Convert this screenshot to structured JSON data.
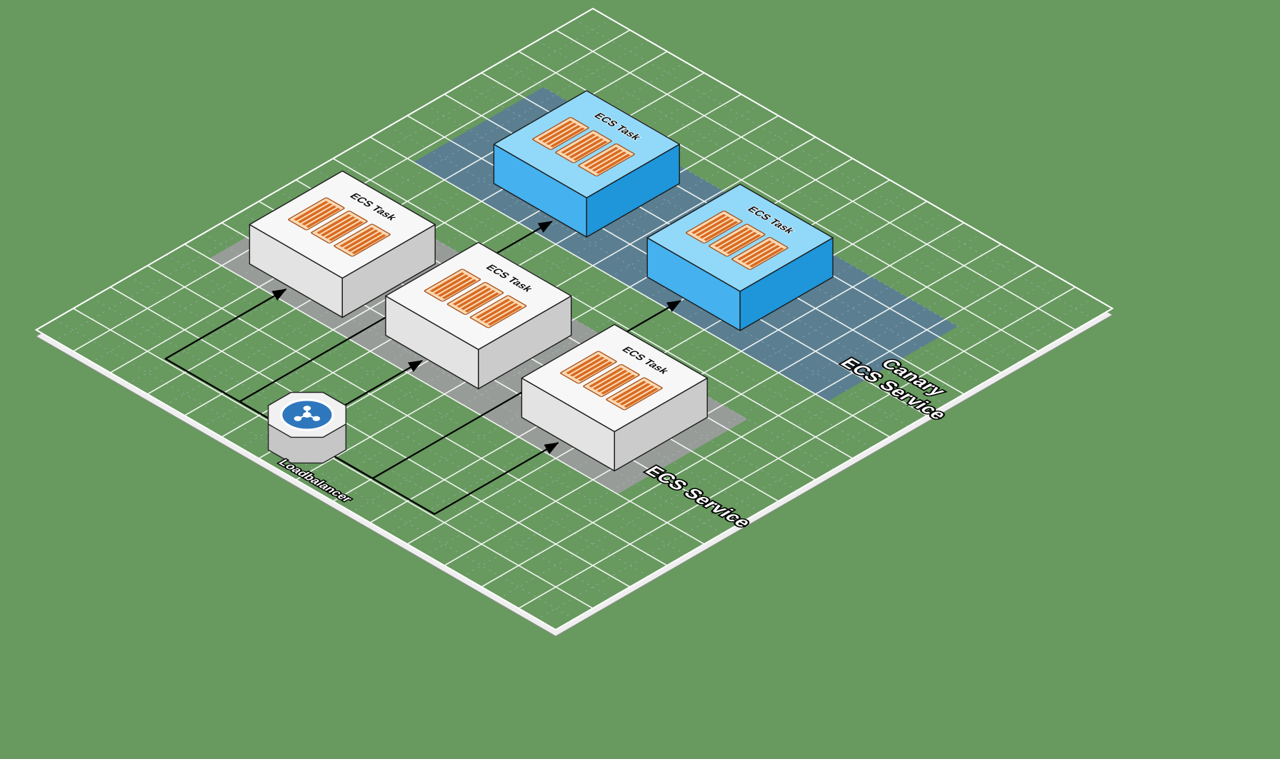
{
  "diagram": {
    "type": "isometric-architecture",
    "bands": [
      {
        "id": "ecs-service",
        "label": "ECS Service",
        "color": "#9c9c9c"
      },
      {
        "id": "canary-ecs-service",
        "label_line1": "Canary",
        "label_line2": "ECS Service",
        "color": "#5b7d92"
      }
    ],
    "loadbalancer": {
      "label": "Loadbalancer",
      "icon": "share-nodes-icon"
    },
    "tasks": [
      {
        "id": "ecs-task-1",
        "label": "ECS Task",
        "service": "ecs-service",
        "variant": "standard"
      },
      {
        "id": "ecs-task-2",
        "label": "ECS Task",
        "service": "ecs-service",
        "variant": "standard"
      },
      {
        "id": "ecs-task-3",
        "label": "ECS Task",
        "service": "ecs-service",
        "variant": "standard"
      },
      {
        "id": "canary-task-1",
        "label": "ECS Task",
        "service": "canary-ecs-service",
        "variant": "canary"
      },
      {
        "id": "canary-task-2",
        "label": "ECS Task",
        "service": "canary-ecs-service",
        "variant": "canary"
      }
    ],
    "connections": [
      {
        "from": "loadbalancer",
        "to": "ecs-task-1"
      },
      {
        "from": "loadbalancer",
        "to": "ecs-task-2"
      },
      {
        "from": "loadbalancer",
        "to": "ecs-task-3"
      },
      {
        "from": "loadbalancer",
        "to": "canary-task-1"
      },
      {
        "from": "loadbalancer",
        "to": "canary-task-2"
      }
    ],
    "colors": {
      "bg": "#68995f",
      "grid": "#ffffff",
      "band_gray": "#9c9c9c",
      "band_blue": "#5b7d92",
      "task_top": "#f7f7f7",
      "task_side_left": "#e3e3e3",
      "task_side_right": "#cbcbcb",
      "canary_top": "#92d9f9",
      "canary_side_left": "#45b1ef",
      "canary_side_right": "#1f95da",
      "container_fill": "#fbd9b4",
      "container_stripe": "#d96a20",
      "arrow": "#000000",
      "lb_disc": "#2f77bd"
    }
  }
}
